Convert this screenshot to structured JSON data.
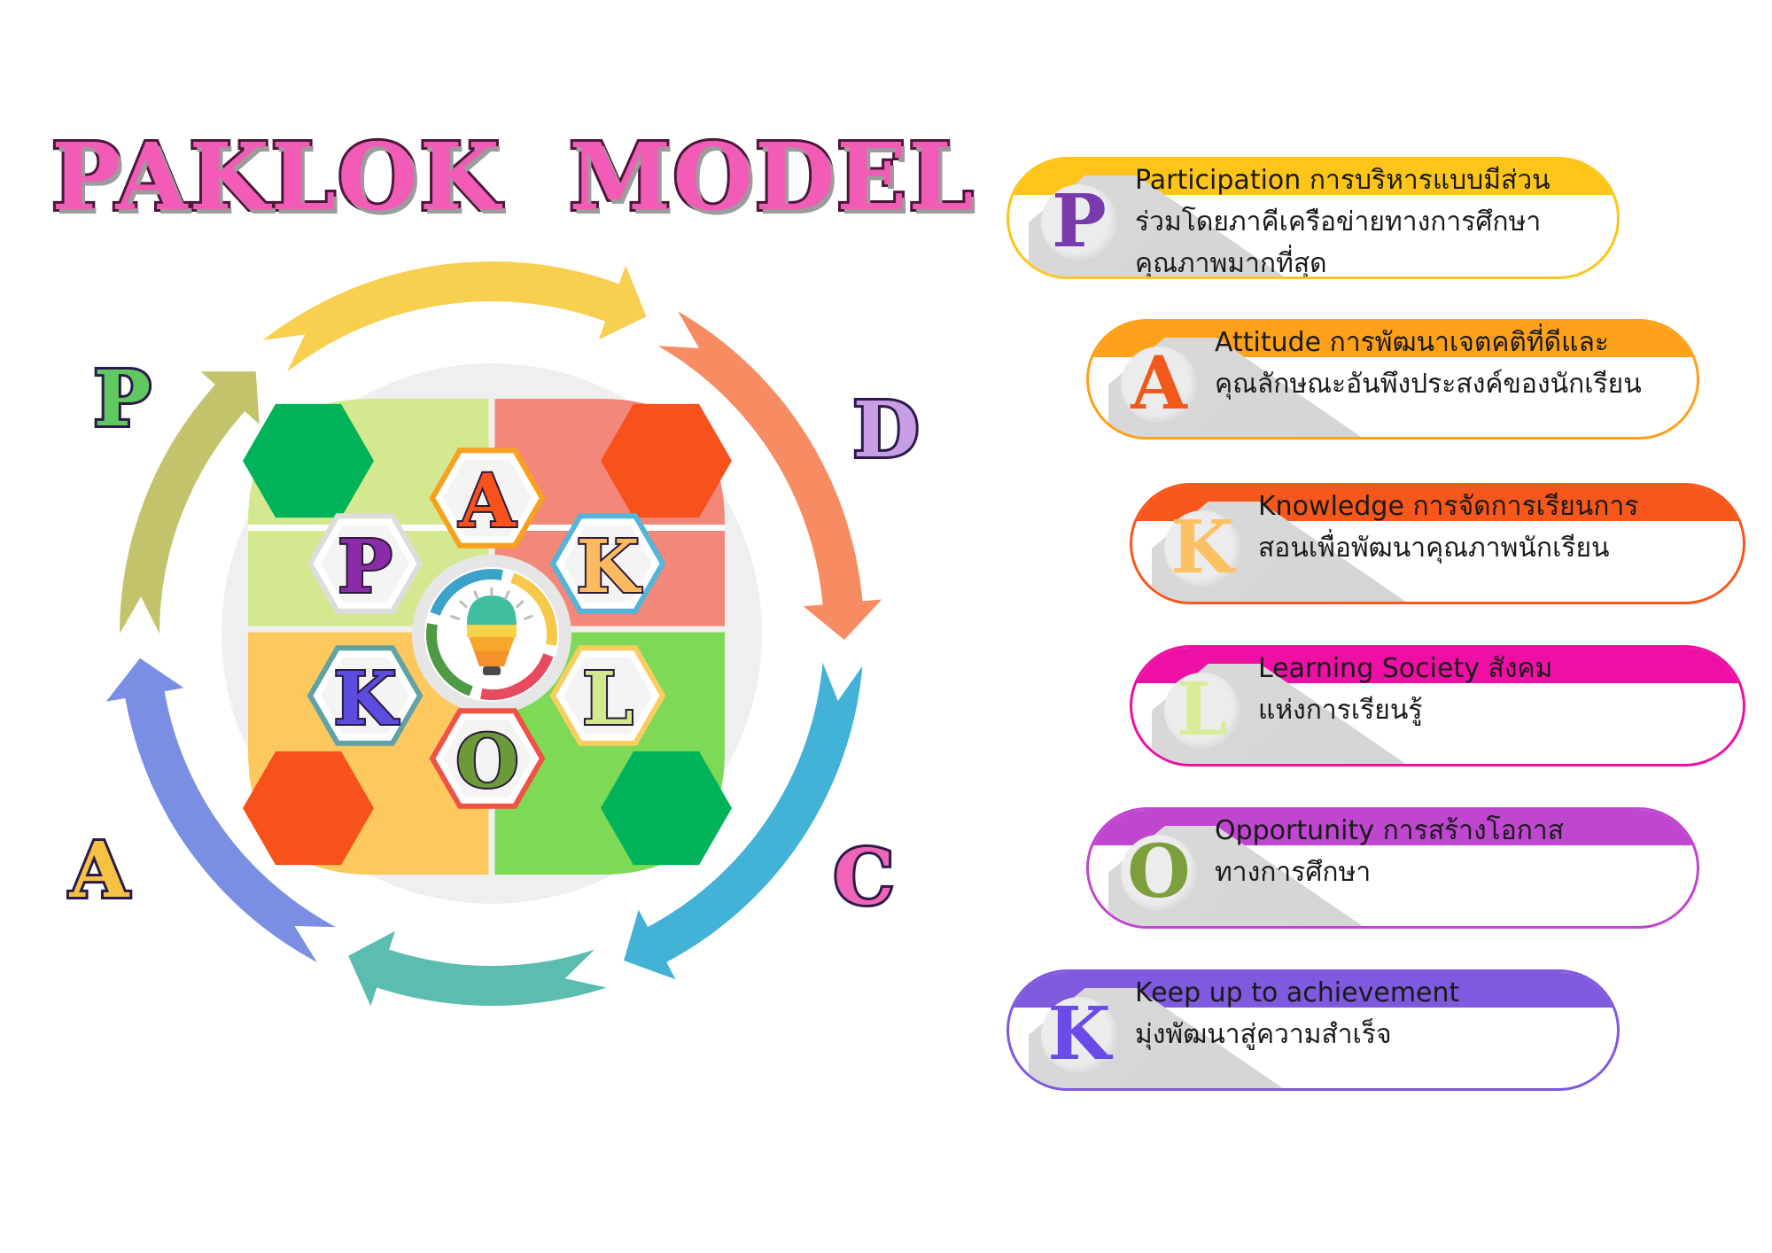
{
  "title": "PAKLOK  MODEL",
  "cycle": [
    {
      "letter": "P",
      "color": "#c2c36a",
      "label_fill": "#5fc960"
    },
    {
      "letter": "D",
      "color": "#f78c62",
      "label_fill": "#c79ee6"
    },
    {
      "letter": "C",
      "color": "#42b2d6",
      "label_fill": "#ee65b7"
    },
    {
      "letter": "A",
      "color": "#7a8fe3",
      "label_fill": "#f4c143"
    }
  ],
  "cycle_extra_colors": {
    "top": "#f8cf4f",
    "bottom": "#5bbcb0"
  },
  "center": {
    "quadrant_colors": [
      "#d4e890",
      "#f2877a",
      "#7ed957",
      "#fdc85d"
    ],
    "corner_hex_colors": [
      "#00b359",
      "#f8521c",
      "#00b359",
      "#f8521c"
    ],
    "hexes": [
      {
        "letter": "A",
        "fill": "#f8521c",
        "border": "#f8a11c"
      },
      {
        "letter": "K",
        "fill": "#fbba60",
        "border": "#54b5d8"
      },
      {
        "letter": "L",
        "fill": "#d4e890",
        "border": "#fbcd60"
      },
      {
        "letter": "O",
        "fill": "#6b9a39",
        "border": "#f05245"
      },
      {
        "letter": "K",
        "fill": "#5c4ce0",
        "border": "#5fa3a6"
      },
      {
        "letter": "P",
        "fill": "#8a2ca8",
        "border": "#dddddd"
      }
    ],
    "bulb_icon": "lightbulb-icon"
  },
  "items": [
    {
      "letter": "P",
      "accent": "#fdc51a",
      "letter_color": "#7b3aac",
      "lines": [
        "Participation  การบริหารแบบมีส่วน",
        "ร่วมโดยภาคีเครือข่ายทางการศึกษา",
        "คุณภาพมากที่สุด"
      ]
    },
    {
      "letter": "A",
      "accent": "#fda11a",
      "letter_color": "#f2581a",
      "lines": [
        "Attitude  การพัฒนาเจตคติที่ดีและ",
        "คุณลักษณะอันพึงประสงค์ของนักเรียน"
      ]
    },
    {
      "letter": "K",
      "accent": "#f7571b",
      "letter_color": "#fdc062",
      "lines": [
        "Knowledge  การจัดการเรียนการ",
        "สอนเพื่อพัฒนาคุณภาพนักเรียน"
      ]
    },
    {
      "letter": "L",
      "accent": "#ee0fa4",
      "letter_color": "#d8ec96",
      "lines": [
        "Learning Society  สังคม",
        "แห่งการเรียนรู้"
      ]
    },
    {
      "letter": "O",
      "accent": "#bf46cf",
      "letter_color": "#7d9e3c",
      "lines": [
        "Opportunity  การสร้างโอกาส",
        "ทางการศึกษา"
      ]
    },
    {
      "letter": "K",
      "accent": "#7f59de",
      "letter_color": "#6a4ae8",
      "lines": [
        "Keep up to achievement",
        "มุ่งพัฒนาสู่ความสำเร็จ"
      ]
    }
  ]
}
